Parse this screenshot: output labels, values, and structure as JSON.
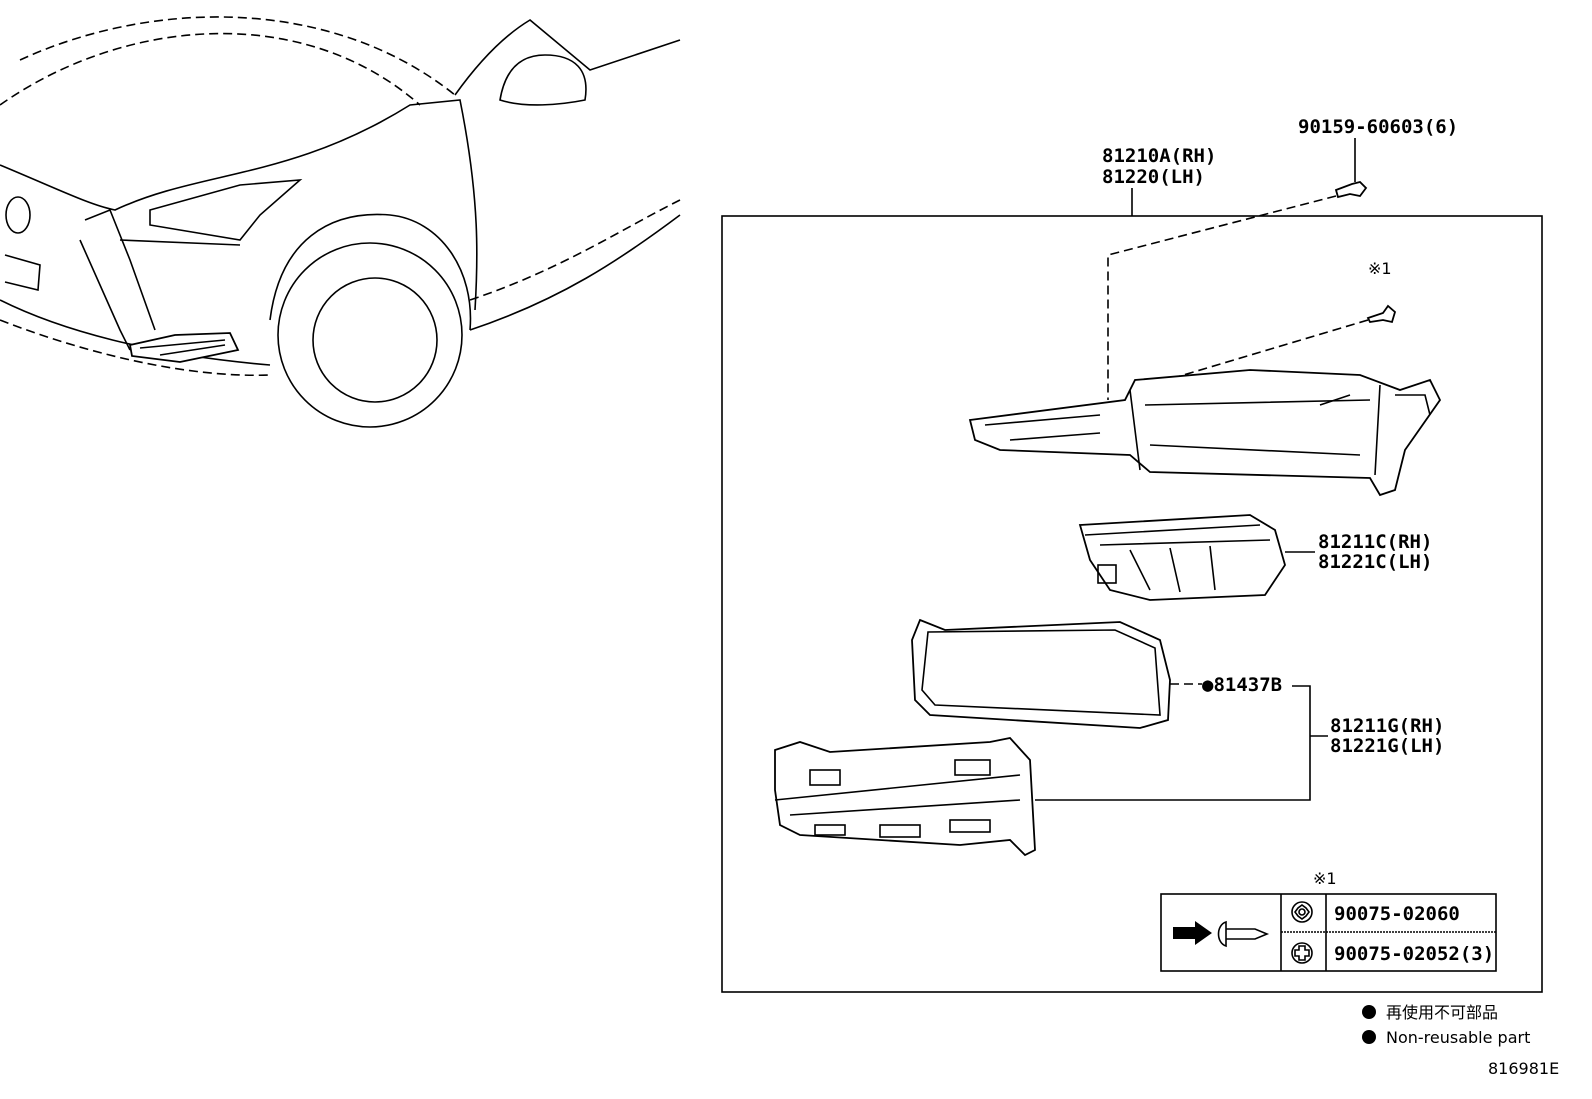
{
  "labels": {
    "lamp_assy_rh": "81210A(RH)",
    "lamp_assy_lh": "81220(LH)",
    "screw_top": "90159-60603(6)",
    "screw_ref": "※1",
    "reflector_rh": "81211C(RH)",
    "reflector_lh": "81221C(LH)",
    "gasket": "●81437B",
    "housing_rh": "81211G(RH)",
    "housing_lh": "81221G(LH)"
  },
  "screw_table": {
    "ref": "※1",
    "rows": [
      {
        "icon": "torx-head-icon",
        "part": "90075-02060"
      },
      {
        "icon": "phillips-head-icon",
        "part": "90075-02052(3)"
      }
    ]
  },
  "legend": {
    "jp": "再使用不可部品",
    "en": "Non-reusable part"
  },
  "figure_id": "816981E"
}
